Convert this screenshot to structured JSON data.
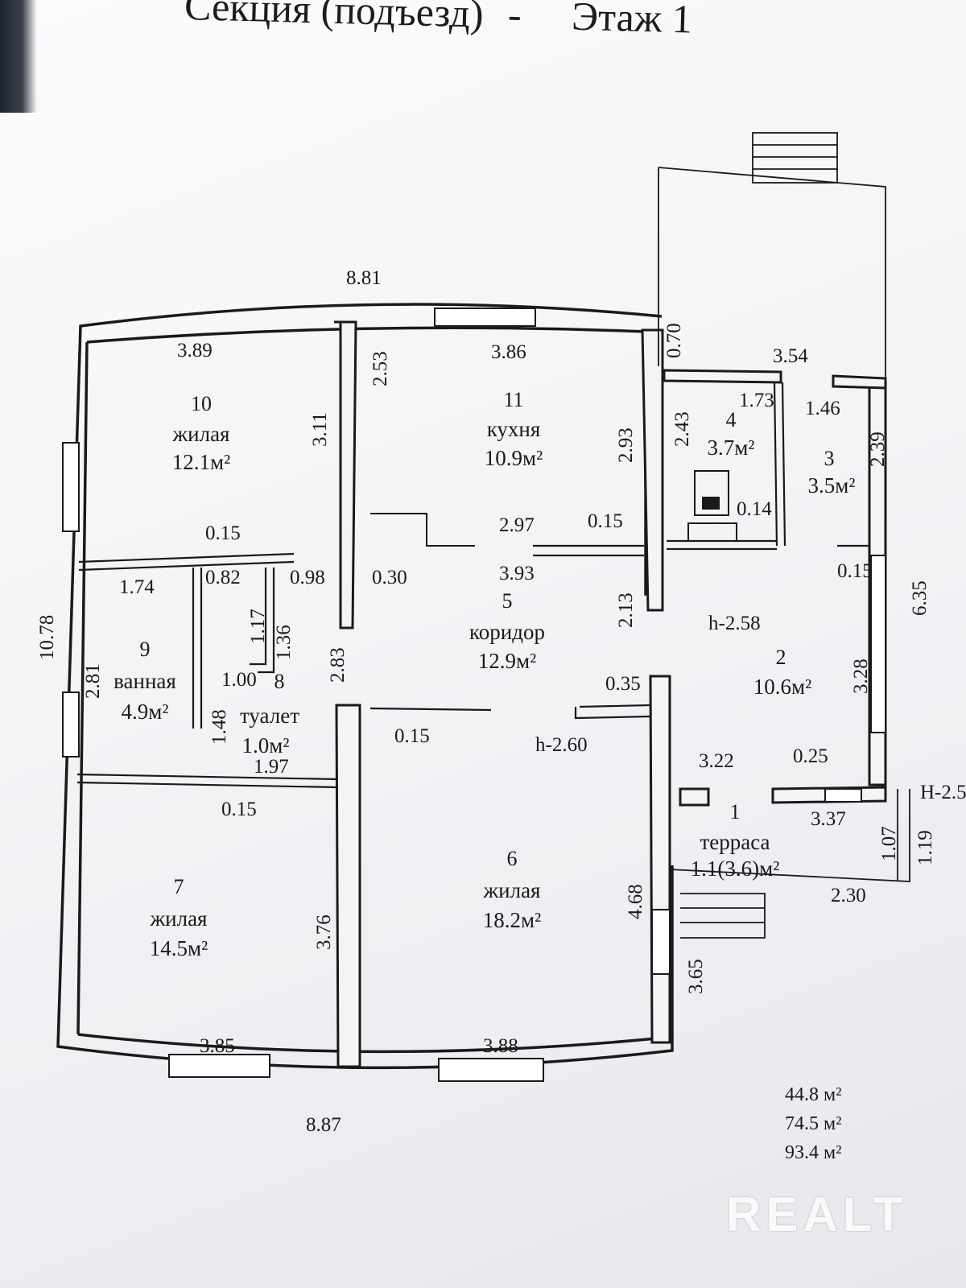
{
  "title": {
    "section": "Секция (подъезд)",
    "separator": "-",
    "floor": "Этаж 1"
  },
  "rooms": [
    {
      "id": "r10",
      "number": "10",
      "name": "жилая",
      "area": "12.1м²"
    },
    {
      "id": "r11",
      "number": "11",
      "name": "кухня",
      "area": "10.9м²"
    },
    {
      "id": "r4",
      "number": "4",
      "name": "",
      "area": "3.7м²"
    },
    {
      "id": "r3",
      "number": "3",
      "name": "",
      "area": "3.5м²"
    },
    {
      "id": "r5",
      "number": "5",
      "name": "коридор",
      "area": "12.9м²"
    },
    {
      "id": "r2",
      "number": "2",
      "name": "",
      "area": "10.6м²"
    },
    {
      "id": "r9",
      "number": "9",
      "name": "ванная",
      "area": "4.9м²"
    },
    {
      "id": "r8",
      "number": "8",
      "name": "туалет",
      "area": "1.0м²"
    },
    {
      "id": "r7",
      "number": "7",
      "name": "жилая",
      "area": "14.5м²"
    },
    {
      "id": "r6",
      "number": "6",
      "name": "жилая",
      "area": "18.2м²"
    },
    {
      "id": "r1",
      "number": "1",
      "name": "терраса",
      "area": "1.1(3.6)м²"
    }
  ],
  "dimensions": {
    "top_total": "8.81",
    "bottom_total": "8.87",
    "left_total": "10.78",
    "r10_width": "3.89",
    "r10_height": "3.11",
    "r11_width": "3.86",
    "r11_height": "2.93",
    "r11_left_wall": "2.53",
    "porch_height": "0.70",
    "r34_width": "3.54",
    "r4_width": "1.73",
    "r3_width": "1.46",
    "r4_height": "2.43",
    "r3_height": "2.39",
    "r4_wall": "0.14",
    "wall_a": "0.15",
    "wall_b": "0.15",
    "wall_c": "0.15",
    "wall_d": "0.15",
    "wall_e": "0.15",
    "corridor_segment": "2.97",
    "corridor_width": "3.93",
    "corridor_height": "2.13",
    "r9_width": "1.74",
    "r8_width": "0.82",
    "r8_depth": "1.17",
    "r8_height": "1.36",
    "doorway_a": "0.98",
    "wall_f": "0.30",
    "r9_height": "2.81",
    "r8_depth2": "1.00",
    "r8_side": "1.48",
    "r8_bottom": "1.97",
    "corridor_left": "2.83",
    "height_r2": "h-2.58",
    "height_corridor": "h-2.60",
    "r2_height": "3.28",
    "right_total": "6.35",
    "doorway_b": "0.35",
    "wall_g": "0.25",
    "r2_width": "3.22",
    "terrace_width": "3.37",
    "terrace_height_a": "1.07",
    "terrace_height_b": "1.19",
    "terrace_bottom": "2.30",
    "height_terrace": "H-2.5",
    "r6_height": "4.68",
    "r7_height": "3.76",
    "r6_side": "3.65",
    "r7_width": "3.85",
    "r6_width": "3.88"
  },
  "totals": [
    "44.8 м²",
    "74.5 м²",
    "93.4 м²"
  ],
  "watermark": "REALT"
}
